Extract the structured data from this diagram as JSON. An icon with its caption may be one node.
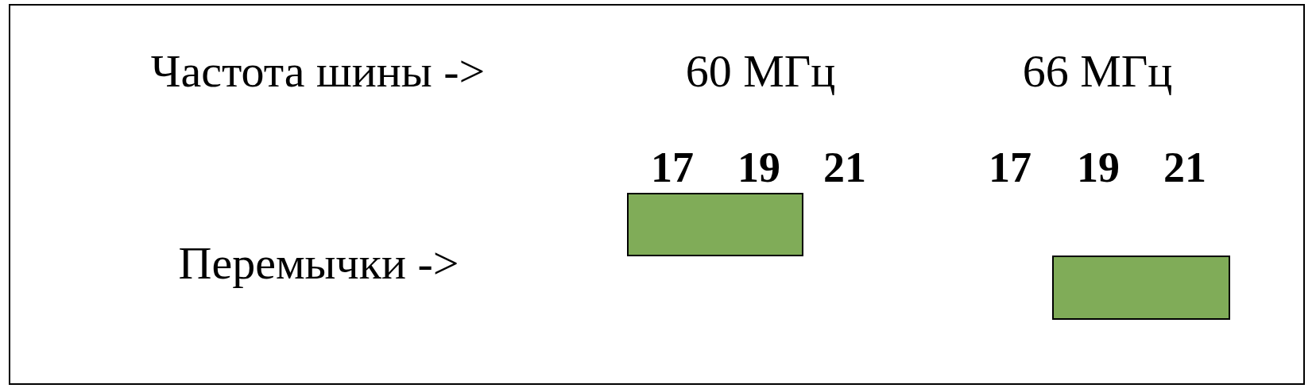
{
  "diagram": {
    "nodes": [
      {
        "text": [],
        "shape": "box"
      },
      {
        "text": [],
        "shape": "box"
      }
    ],
    "labels": [
      "Частота шины ->",
      "60 МГц",
      "66 МГц",
      "17",
      "19",
      "21",
      "17",
      "19",
      "21",
      "Перемычки ->"
    ]
  }
}
